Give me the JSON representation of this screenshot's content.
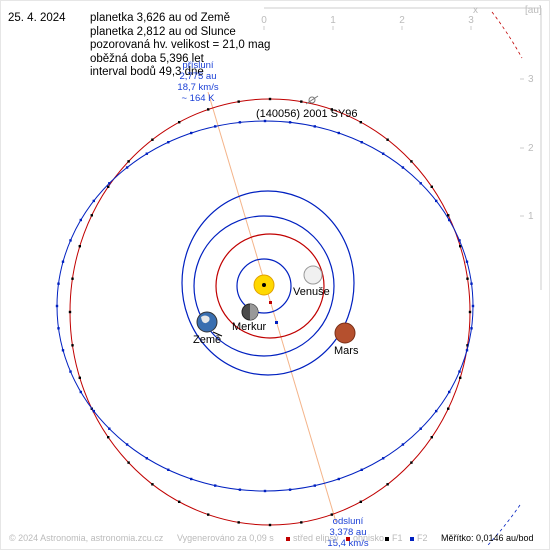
{
  "date": "25. 4. 2024",
  "info": [
    "planetka 3,626 au od Země",
    "planetka 2,812 au od Slunce",
    "pozorovaná hv. velikost = 21,0 mag",
    "oběžná doba 5,396 let",
    "interval bodů 49,3 dne"
  ],
  "asteroid_name": "(140056) 2001 SY96",
  "perihelion": {
    "title": "přísluní",
    "distance": "2,775 au",
    "speed": "18,7 km/s",
    "temp": "~ 164 K"
  },
  "aphelion": {
    "title": "odsluní",
    "distance": "3,378 au",
    "speed": "15,4 km/s"
  },
  "planets": {
    "venus": "Venuše",
    "mercury": "Merkur",
    "earth": "Země",
    "mars": "Mars"
  },
  "axis": {
    "x_ticks": [
      "0",
      "1",
      "2",
      "3"
    ],
    "x_label": "x",
    "y_ticks": [
      "3",
      "2",
      "1"
    ],
    "unit": "[au]"
  },
  "footer": {
    "copyright": "© 2024 Astronomia, astronomia.zcu.cz",
    "generated": "Vygenerováno za 0,09 s",
    "legend_center": "střed elipsy",
    "legend_focus": "ohnisko",
    "legend_f1": "F1",
    "legend_f2": "F2",
    "scale": "Měřítko: 0,0146 au/bod"
  },
  "colors": {
    "inner_orbit": "#c00000",
    "outer_orbit": "#0020c0",
    "asteroid_orbit": "#c00000",
    "apsides_line": "#f4b48a",
    "neptune_orbit": "#0020c0",
    "grid": "#cccccc",
    "note": "#1a3fd6"
  }
}
